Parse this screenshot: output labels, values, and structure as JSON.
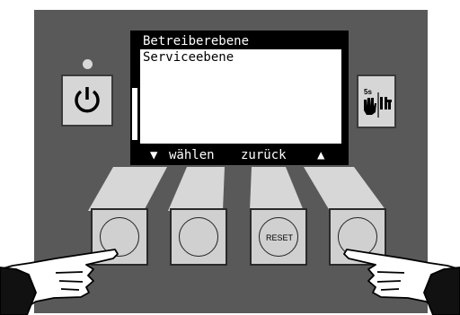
{
  "display": {
    "menu_items": [
      "Betreiberebene",
      "Serviceebene"
    ],
    "selected_index": 0,
    "softkeys": {
      "left_arrow": "▼",
      "select": "wählen",
      "back": "zurück",
      "right_arrow": "▲"
    }
  },
  "controls": {
    "power_icon": "power-icon",
    "lock_icon": "keylock-icon",
    "lock_hold_label": "5s",
    "reset_label": "RESET"
  },
  "colors": {
    "panel": "#595959",
    "button_face": "#d0d0d0",
    "lcd_background": "#000000"
  }
}
